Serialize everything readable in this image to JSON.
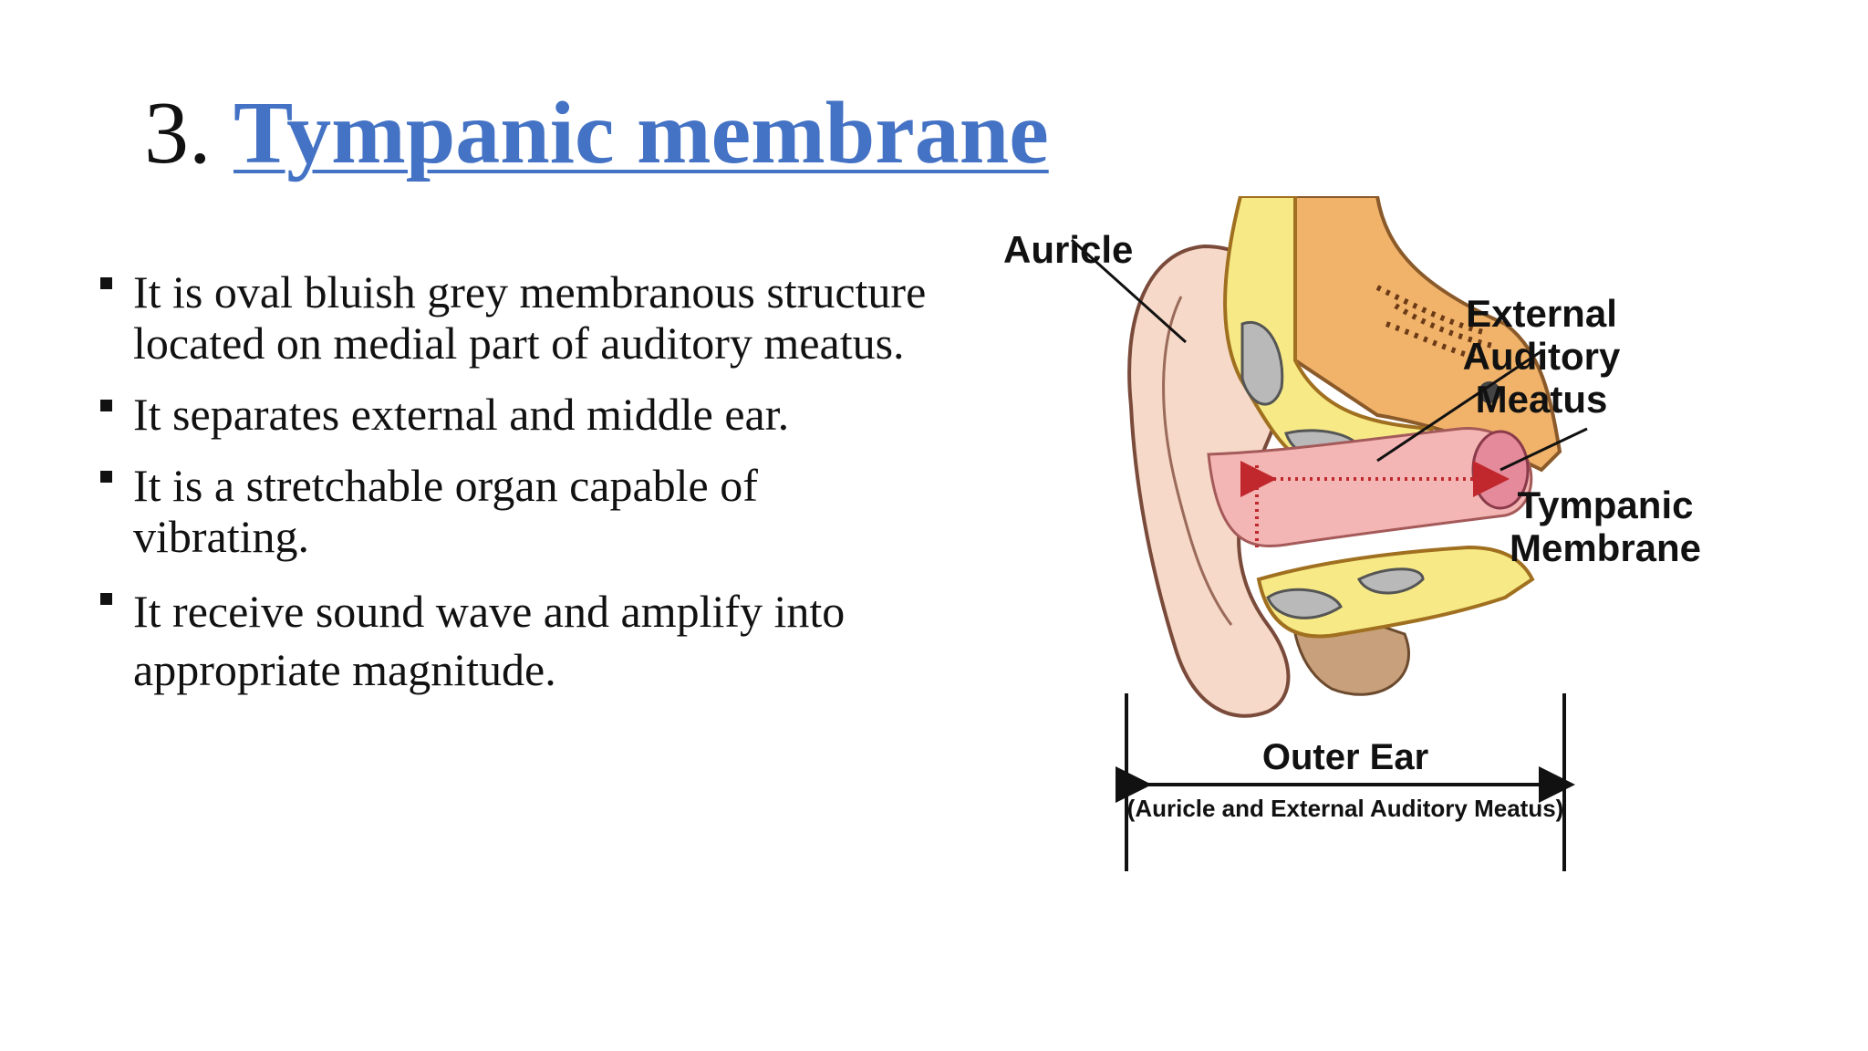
{
  "slide": {
    "title_number": "3.",
    "title_topic": "Tympanic membrane",
    "bullets": [
      {
        "line1": "It is oval bluish grey membranous structure",
        "line2": "located on medial part of auditory meatus."
      },
      {
        "line1": "It separates external and middle ear.",
        "line2": ""
      },
      {
        "line1": "It is a stretchable organ capable of",
        "line2": "vibrating."
      },
      {
        "line1": "It receive sound wave and amplify into",
        "line2": "appropriate magnitude."
      }
    ]
  },
  "diagram": {
    "label_auricle": "Auricle",
    "label_eam_1": "External",
    "label_eam_2": "Auditory",
    "label_eam_3": "Meatus",
    "label_tm_1": "Tympanic",
    "label_tm_2": "Membrane",
    "label_outer_ear": "Outer Ear",
    "label_outer_ear_sub": "(Auricle and External Auditory Meatus)",
    "colors": {
      "skin": "#f6d9c8",
      "canal": "#f4b6b4",
      "cartilage": "#f7ea86",
      "bone": "#f1b36a",
      "cavity": "#b9b9b9",
      "arrow": "#c0282d"
    }
  }
}
